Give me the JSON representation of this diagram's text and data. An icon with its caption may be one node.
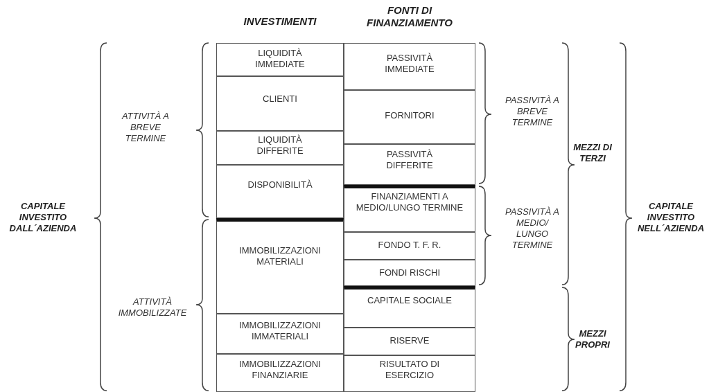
{
  "diagram": {
    "nodes": [
      {
        "text": [
          "LIQUIDITÀ IMMEDIATE"
        ]
      },
      {
        "text": [
          "CLIENTI"
        ]
      },
      {
        "text": [
          "LIQUIDITÀ DIFFERITE"
        ]
      },
      {
        "text": [
          "DISPONIBILITÀ"
        ]
      },
      {
        "text": [
          "IMMOBILIZZAZIONI MATERIALI"
        ]
      },
      {
        "text": [
          "IMMOBILIZZAZIONI IMMATERIALI"
        ]
      },
      {
        "text": [
          "IMMOBILIZZAZIONI FINANZIARIE"
        ]
      },
      {
        "text": [
          "PASSIVITÀ IMMEDIATE"
        ]
      },
      {
        "text": [
          "FORNITORI"
        ]
      },
      {
        "text": [
          "PASSIVITÀ DIFFERITE"
        ]
      },
      {
        "text": [
          "FINANZIAMENTI A MEDIO/LUNGO TERMINE"
        ]
      },
      {
        "text": [
          "FONDO T. F. R."
        ]
      },
      {
        "text": [
          "FONDI RISCHI"
        ]
      },
      {
        "text": [
          "CAPITALE SOCIALE"
        ]
      },
      {
        "text": [
          "RISERVE"
        ]
      },
      {
        "text": [
          "RISULTATO DI ESERCIZIO"
        ]
      }
    ],
    "labels": [
      "INVESTIMENTI",
      "FONTI DI FINANZIAMENTO",
      "ATTIVITÀ A BREVE TERMINE",
      "PASSIVITÀ A BREVE TERMINE",
      "MEZZI DI TERZI",
      "CAPITALE INVESTITO DALL´AZIENDA",
      "PASSIVITÀ A MEDIO/ LUNGO TERMINE",
      "CAPITALE INVESTITO NELL´AZIENDA",
      "ATTIVITÀ IMMOBILIZZATE",
      "MEZZI PROPRI"
    ]
  }
}
